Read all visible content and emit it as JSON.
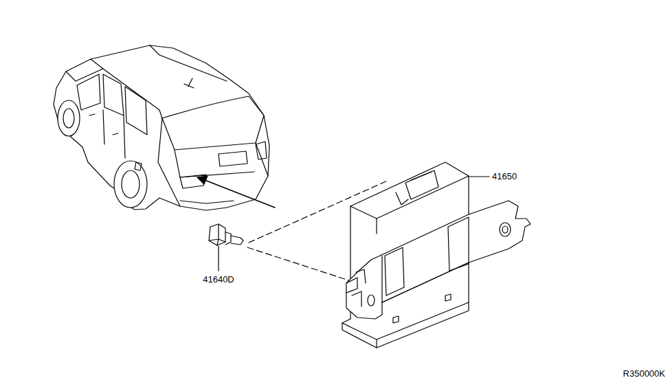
{
  "diagram": {
    "labels": [
      "41650",
      "41640D",
      "R350000K"
    ]
  }
}
